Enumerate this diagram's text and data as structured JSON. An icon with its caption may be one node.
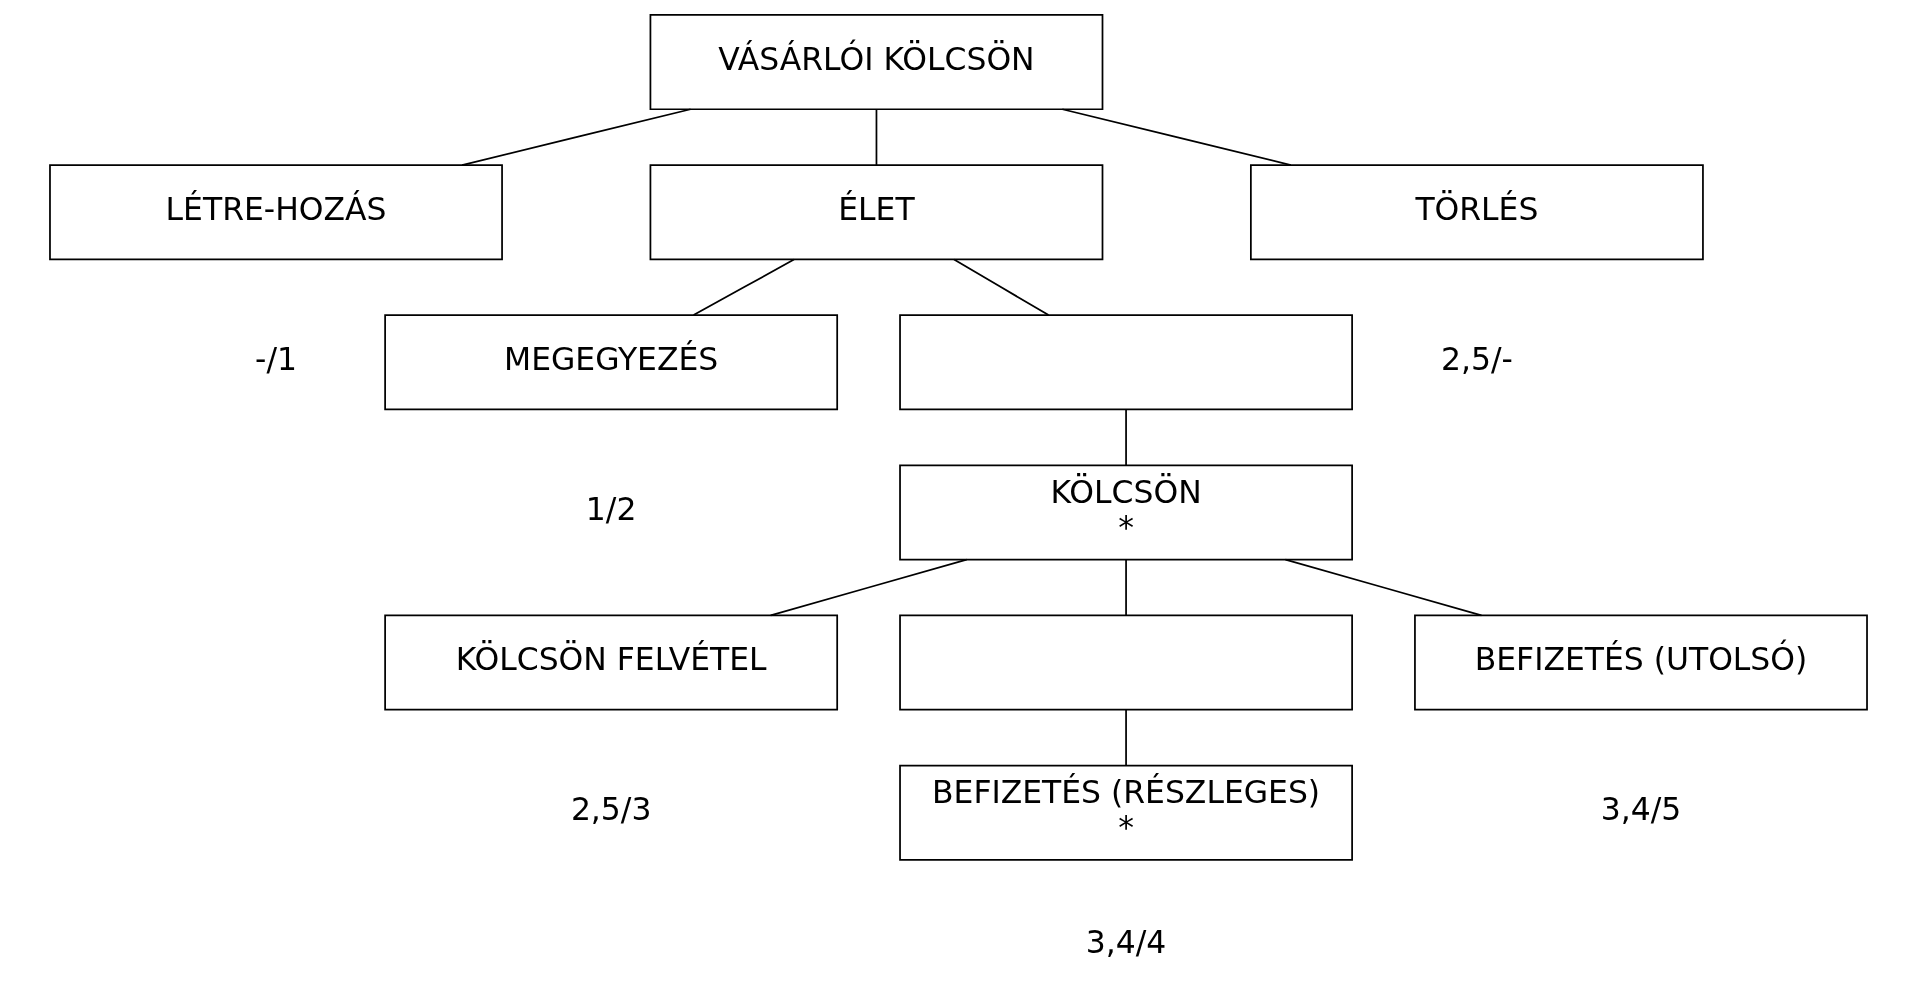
{
  "diagram": {
    "nodes": [
      {
        "text": [
          "VÁSÁRLÓI KÖLCSÖN"
        ]
      },
      {
        "text": [
          "LÉTRE-HOZÁS"
        ],
        "beside": [
          "-/1"
        ]
      },
      {
        "text": [
          "ÉLET"
        ]
      },
      {
        "text": [
          "TÖRLÉS"
        ],
        "beside": [
          "2,5/-"
        ]
      },
      {
        "text": [
          "MEGEGYEZÉS"
        ],
        "beside": [
          "1/2"
        ]
      },
      {
        "text": [],
        "shape": "box"
      },
      {
        "text": [
          "KÖLCSÖN",
          "*"
        ]
      },
      {
        "text": [
          "KÖLCSÖN FELVÉTEL"
        ],
        "beside": [
          "2,5/3"
        ]
      },
      {
        "text": [],
        "shape": "box"
      },
      {
        "text": [
          "BEFIZETÉS (UTOLSÓ)"
        ],
        "beside": [
          "3,4/5"
        ]
      },
      {
        "text": [
          "BEFIZETÉS (RÉSZLEGES)",
          "*"
        ],
        "beside": [
          "3,4/4"
        ]
      }
    ],
    "edges": [
      {
        "from": 0,
        "to": 1,
        "arrow": "none"
      },
      {
        "from": 0,
        "to": 2,
        "arrow": "none"
      },
      {
        "from": 0,
        "to": 3,
        "arrow": "none"
      },
      {
        "from": 2,
        "to": 4,
        "arrow": "none"
      },
      {
        "from": 2,
        "to": 5,
        "arrow": "none"
      },
      {
        "from": 5,
        "to": 6,
        "arrow": "none"
      },
      {
        "from": 6,
        "to": 7,
        "arrow": "none"
      },
      {
        "from": 6,
        "to": 8,
        "arrow": "none"
      },
      {
        "from": 6,
        "to": 9,
        "arrow": "none"
      },
      {
        "from": 8,
        "to": 10,
        "arrow": "none"
      }
    ]
  }
}
